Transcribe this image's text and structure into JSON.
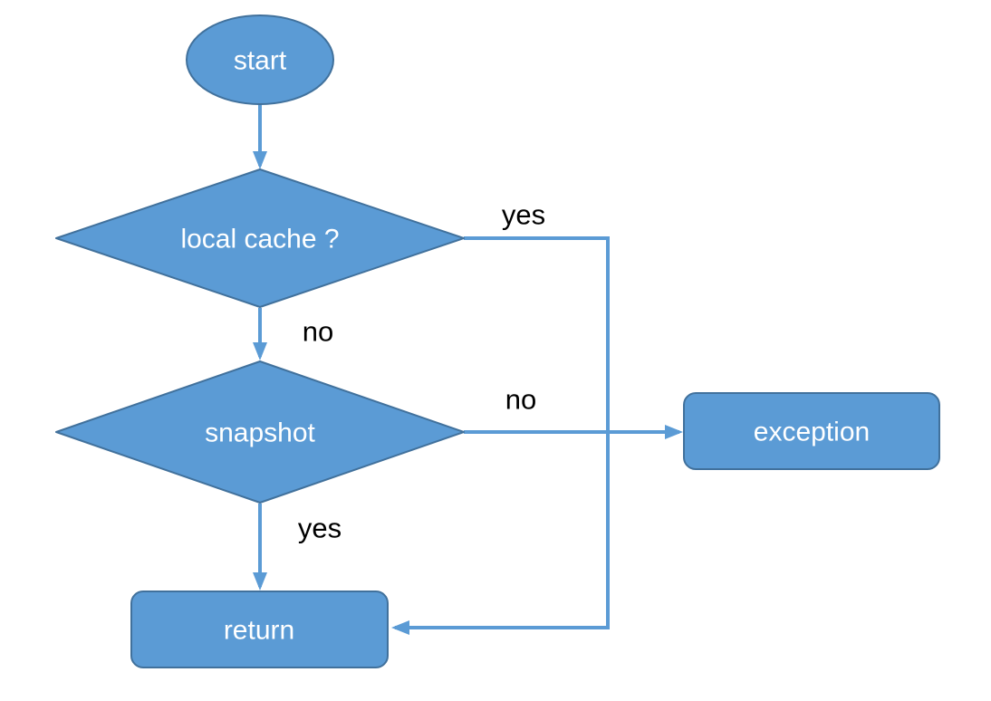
{
  "colors": {
    "node_fill": "#5b9bd5",
    "node_border": "#41719c",
    "connector": "#5b9bd5",
    "node_text": "#ffffff",
    "edge_label_text": "#000000",
    "background": "#ffffff"
  },
  "flowchart": {
    "nodes": {
      "start": {
        "label": "start",
        "shape": "ellipse"
      },
      "local_cache": {
        "label": "local cache ?",
        "shape": "diamond"
      },
      "snapshot": {
        "label": "snapshot",
        "shape": "diamond"
      },
      "exception": {
        "label": "exception",
        "shape": "rounded-rect"
      },
      "return_node": {
        "label": "return",
        "shape": "rounded-rect"
      }
    },
    "edges": {
      "start_to_local_cache": {
        "from": "start",
        "to": "local_cache",
        "label": ""
      },
      "local_cache_yes": {
        "from": "local_cache",
        "to": "return_node",
        "label": "yes"
      },
      "local_cache_no": {
        "from": "local_cache",
        "to": "snapshot",
        "label": "no"
      },
      "snapshot_no": {
        "from": "snapshot",
        "to": "exception",
        "label": "no"
      },
      "snapshot_yes": {
        "from": "snapshot",
        "to": "return_node",
        "label": "yes"
      }
    }
  }
}
